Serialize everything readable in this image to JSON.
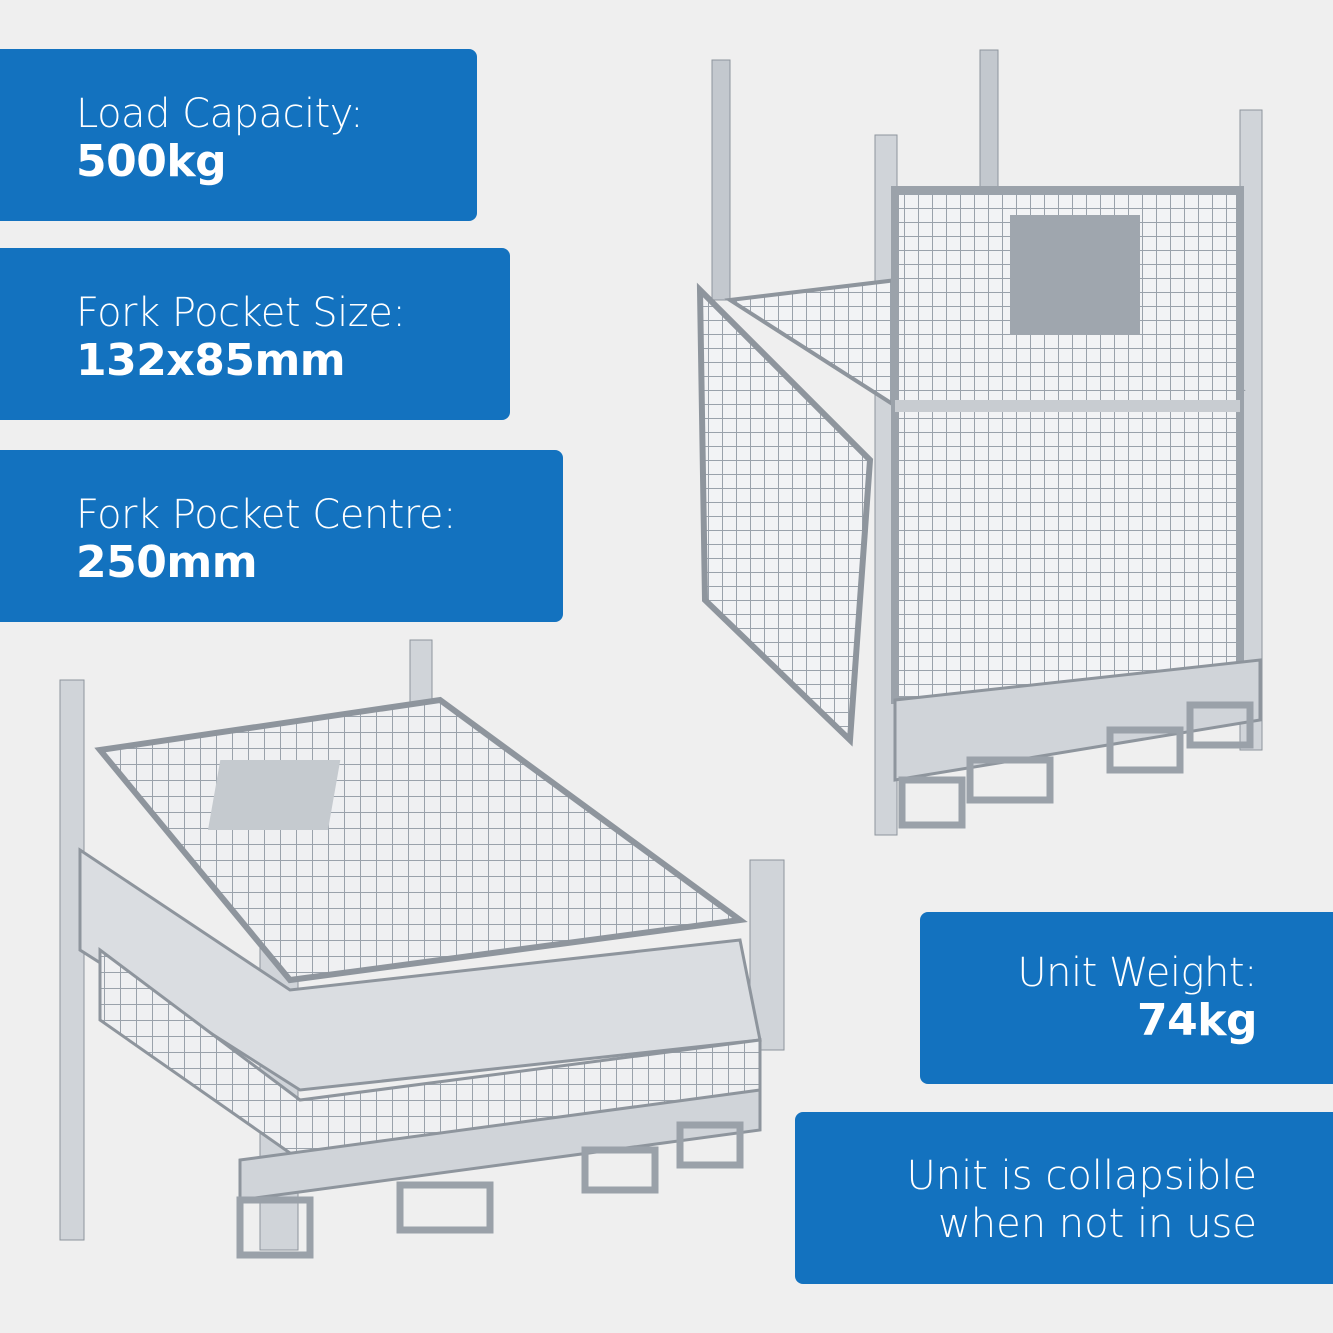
{
  "panels": {
    "load_capacity": {
      "label": "Load Capacity:",
      "value": "500kg"
    },
    "fork_pocket_size": {
      "label": "Fork Pocket Size:",
      "value": "132x85mm"
    },
    "fork_pocket_centre": {
      "label": "Fork Pocket Centre:",
      "value": "250mm"
    },
    "unit_weight": {
      "label": "Unit Weight:",
      "value": "74kg"
    },
    "collapsible_note": {
      "line1": "Unit is collapsible",
      "line2": "when not in use"
    }
  },
  "colors": {
    "panel_blue": "#1372bf",
    "background": "#efefef",
    "metal": "#c9cdd2"
  },
  "images": [
    {
      "name": "open-cage-image",
      "description": "assembled galvanised mesh cage"
    },
    {
      "name": "folded-cage-image",
      "description": "collapsed galvanised mesh cage"
    }
  ]
}
